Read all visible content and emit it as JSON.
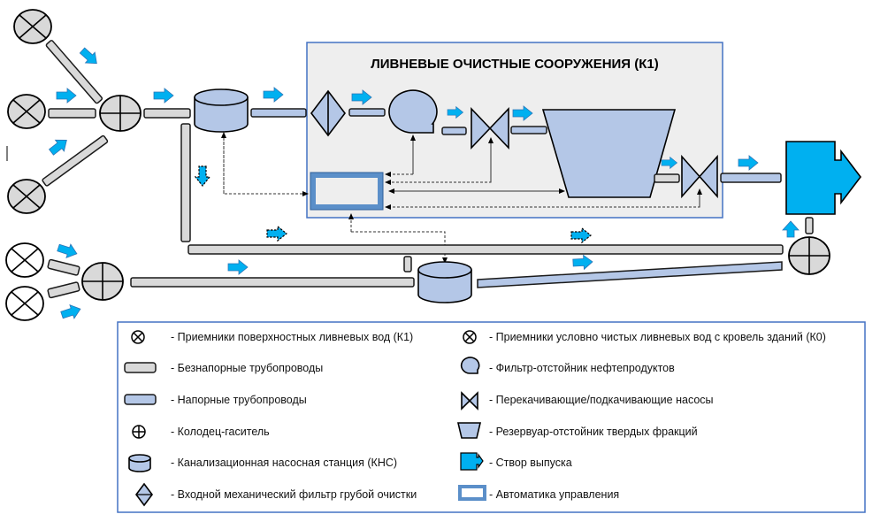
{
  "diagram": {
    "title": "ЛИВНЕВЫЕ ОЧИСТНЫЕ СООРУЖЕНИЯ (К1)",
    "colors": {
      "facility_bg": "#eeeeee",
      "facility_border": "#4472c4",
      "equipment_fill": "#b4c7e7",
      "gravity_pipe_fill": "#d9d9d9",
      "flow_arrow": "#00b0f0",
      "outlet": "#00b0f0",
      "automation_border": "#5b8fc9"
    }
  },
  "legend": {
    "items": [
      {
        "icon": "receiver-k1-icon",
        "label": "- Приемники поверхностных ливневых вод (К1)"
      },
      {
        "icon": "gravity-pipe-icon",
        "label": "- Безнапорные трубопроводы"
      },
      {
        "icon": "pressure-pipe-icon",
        "label": "- Напорные трубопроводы"
      },
      {
        "icon": "damping-well-icon",
        "label": "- Колодец-гаситель"
      },
      {
        "icon": "pump-station-icon",
        "label": "- Канализационная насосная станция (КНС)"
      },
      {
        "icon": "coarse-filter-icon",
        "label": "- Входной механический фильтр грубой очистки"
      },
      {
        "icon": "receiver-k0-icon",
        "label": "- Приемники условно чистых ливневых вод с кровель зданий (К0)"
      },
      {
        "icon": "oil-filter-icon",
        "label": "- Фильтр-отстойник нефтепродуктов"
      },
      {
        "icon": "pump-icon",
        "label": "- Перекачивающие/подкачивающие насосы"
      },
      {
        "icon": "settling-tank-icon",
        "label": "- Резервуар-отстойник твердых фракций"
      },
      {
        "icon": "outlet-icon",
        "label": "- Створ выпуска"
      },
      {
        "icon": "automation-icon",
        "label": "- Автоматика управления"
      }
    ]
  }
}
